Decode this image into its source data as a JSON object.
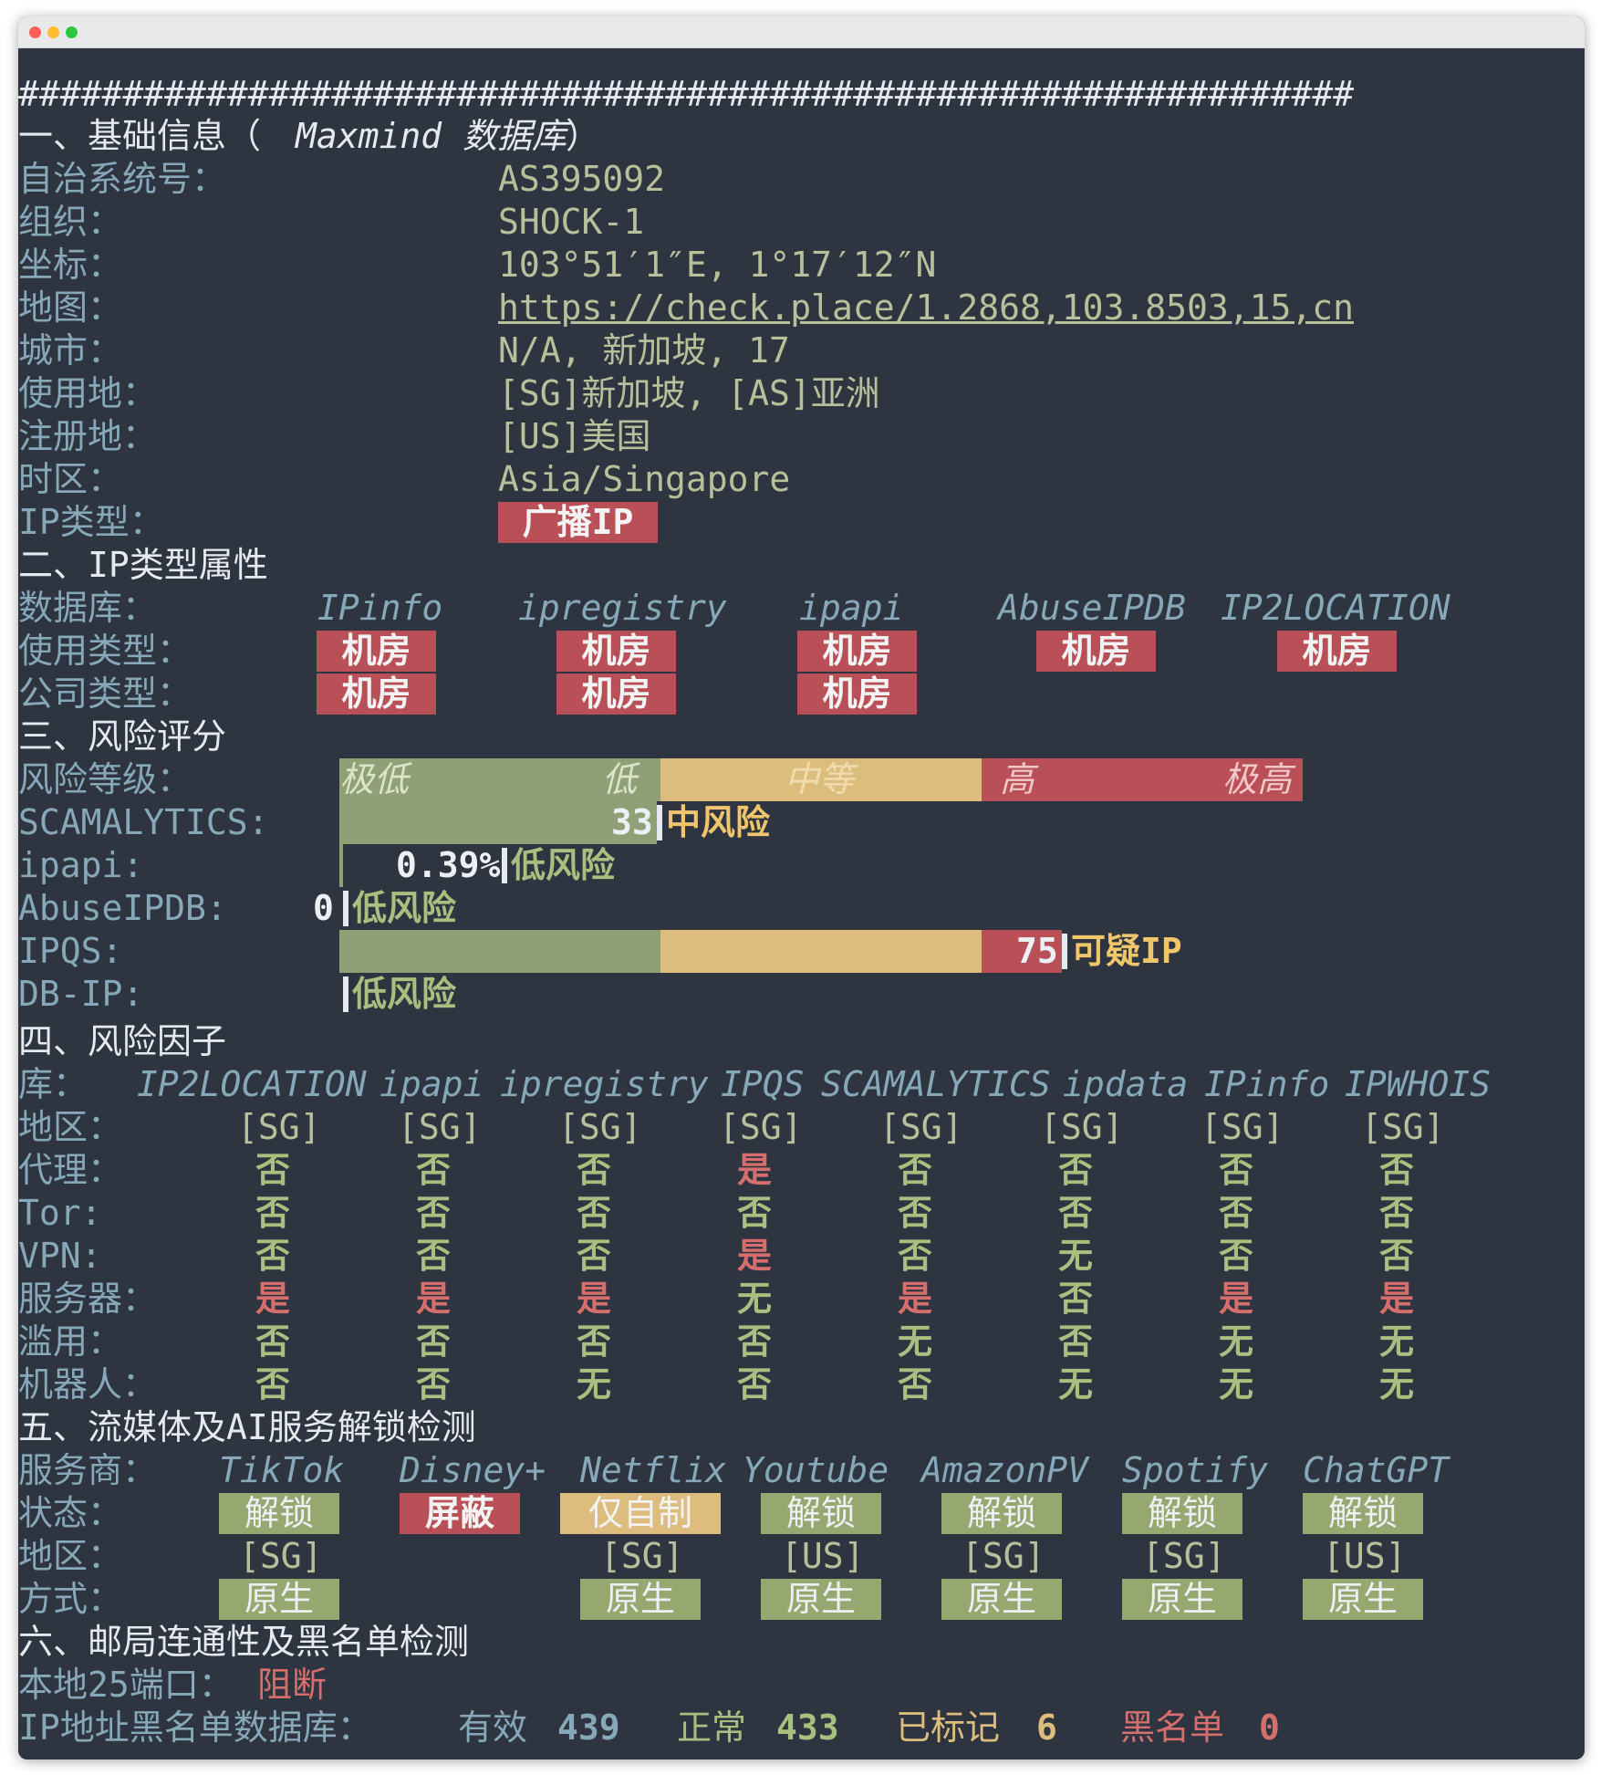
{
  "window": {
    "dots": [
      "#fe5f57",
      "#febc2e",
      "#29c840"
    ]
  },
  "hash_line": "################################################################",
  "s1": {
    "title_a": "一、基础信息（",
    "title_b": "Maxmind 数据库",
    "title_c": "）",
    "rows": [
      {
        "k": "自治系统号：",
        "v": "AS395092"
      },
      {
        "k": "组织：",
        "v": "SHOCK-1"
      },
      {
        "k": "坐标：",
        "v": "103°51′1″E, 1°17′12″N"
      },
      {
        "k": "地图：",
        "v": "https://check.place/1.2868,103.8503,15,cn"
      },
      {
        "k": "城市：",
        "v": "N/A, 新加坡, 17"
      },
      {
        "k": "使用地：",
        "v": "[SG]新加坡, [AS]亚洲"
      },
      {
        "k": "注册地：",
        "v": "[US]美国"
      },
      {
        "k": "时区：",
        "v": "Asia/Singapore"
      }
    ],
    "iptype_k": "IP类型：",
    "iptype_v": "广播IP"
  },
  "s2": {
    "title": "二、IP类型属性",
    "db_k": "数据库：",
    "dbs": [
      "IPinfo",
      "ipregistry",
      "ipapi",
      "AbuseIPDB",
      "IP2LOCATION"
    ],
    "use_k": "使用类型：",
    "use": [
      "机房",
      "机房",
      "机房",
      "机房",
      "机房"
    ],
    "comp_k": "公司类型：",
    "comp": [
      "机房",
      "机房",
      "机房"
    ]
  },
  "s3": {
    "title": "三、风险评分",
    "level_k": "风险等级：",
    "levels": [
      "极低",
      "低",
      "中等",
      "高",
      "极高"
    ],
    "rows": [
      {
        "k": "SCAMALYTICS:",
        "score": "33",
        "fill": 0.33,
        "verdict": "中风险",
        "tone": "yel"
      },
      {
        "k": "ipapi:",
        "score": "0.39%",
        "fill": 0.0039,
        "verdict": "低风险",
        "tone": "gn"
      },
      {
        "k": "AbuseIPDB:",
        "score": "0",
        "fill": 0,
        "verdict": "低风险",
        "tone": "gn"
      },
      {
        "k": "IPQS:",
        "score": "75",
        "fill": 0.75,
        "verdict": "可疑IP",
        "tone": "yel"
      },
      {
        "k": "DB-IP:",
        "score": "",
        "fill": 0,
        "verdict": "低风险",
        "tone": "gn"
      }
    ],
    "colors": {
      "green": "#8fa077",
      "yellow": "#dcbd7e",
      "red": "#b94f57"
    }
  },
  "s4": {
    "title": "四、风险因子",
    "lib_k": "库：",
    "libs": [
      "IP2LOCATION",
      "ipapi",
      "ipregistry",
      "IPQS",
      "SCAMALYTICS",
      "ipdata",
      "IPinfo",
      "IPWHOIS"
    ],
    "region_k": "地区：",
    "regions": [
      "[SG]",
      "[SG]",
      "[SG]",
      "[SG]",
      "[SG]",
      "[SG]",
      "[SG]",
      "[SG]"
    ],
    "rows": [
      {
        "k": "代理：",
        "v": [
          "否",
          "否",
          "否",
          "是",
          "否",
          "否",
          "否",
          "否"
        ]
      },
      {
        "k": "Tor:",
        "v": [
          "否",
          "否",
          "否",
          "否",
          "否",
          "否",
          "否",
          "否"
        ]
      },
      {
        "k": "VPN:",
        "v": [
          "否",
          "否",
          "否",
          "是",
          "否",
          "无",
          "否",
          "否"
        ]
      },
      {
        "k": "服务器：",
        "v": [
          "是",
          "是",
          "是",
          "无",
          "是",
          "否",
          "是",
          "是"
        ]
      },
      {
        "k": "滥用：",
        "v": [
          "否",
          "否",
          "否",
          "否",
          "无",
          "否",
          "无",
          "无"
        ]
      },
      {
        "k": "机器人：",
        "v": [
          "否",
          "否",
          "无",
          "否",
          "否",
          "无",
          "无",
          "无"
        ]
      }
    ]
  },
  "s5": {
    "title": "五、流媒体及AI服务解锁检测",
    "svc_k": "服务商：",
    "services": [
      "TikTok",
      "Disney+",
      "Netflix",
      "Youtube",
      "AmazonPV",
      "Spotify",
      "ChatGPT"
    ],
    "status_k": "状态：",
    "status": [
      {
        "text": "解锁",
        "tone": "grn"
      },
      {
        "text": "屏蔽",
        "tone": "red"
      },
      {
        "text": "仅自制",
        "tone": "yel"
      },
      {
        "text": "解锁",
        "tone": "grn"
      },
      {
        "text": "解锁",
        "tone": "grn"
      },
      {
        "text": "解锁",
        "tone": "grn"
      },
      {
        "text": "解锁",
        "tone": "grn"
      }
    ],
    "region_k": "地区：",
    "regions": [
      "[SG]",
      "",
      "[SG]",
      "[US]",
      "[SG]",
      "[SG]",
      "[US]"
    ],
    "method_k": "方式：",
    "methods": [
      "原生",
      "",
      "原生",
      "原生",
      "原生",
      "原生",
      "原生"
    ]
  },
  "s6": {
    "title": "六、邮局连通性及黑名单检测",
    "port_k": "本地25端口：",
    "port_v": "阻断",
    "bl_k": "IP地址黑名单数据库：",
    "valid_k": "有效",
    "valid_v": "439",
    "normal_k": "正常",
    "normal_v": "433",
    "marked_k": "已标记",
    "marked_v": "6",
    "black_k": "黑名单",
    "black_v": "0"
  }
}
